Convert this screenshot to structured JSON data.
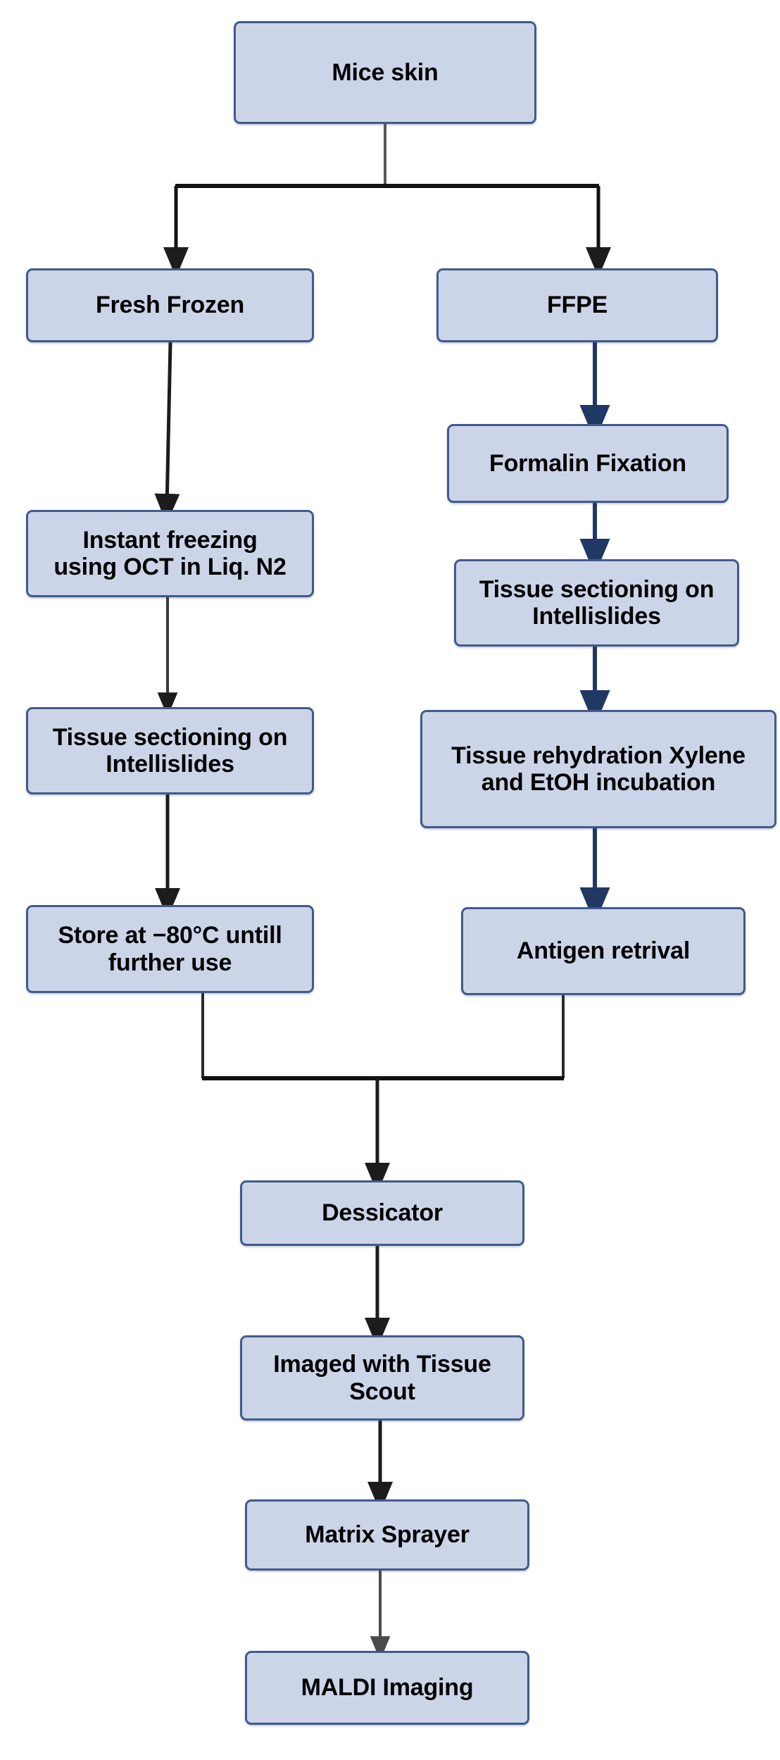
{
  "diagram": {
    "title": "Mice skin sample preparation workflow for MALDI imaging",
    "type": "flowchart",
    "orientation": "top-down",
    "colors": {
      "node_fill": "#ccd5e8",
      "node_border": "#3f5c8c",
      "text": "#000000",
      "edge_dark": "#1c1c1c",
      "edge_navy": "#1f3864",
      "edge_gray": "#595959",
      "background": "#ffffff"
    },
    "nodes": [
      {
        "id": "mice_skin",
        "label": "Mice skin"
      },
      {
        "id": "fresh_frozen",
        "label": "Fresh Frozen"
      },
      {
        "id": "ffpe",
        "label": "FFPE"
      },
      {
        "id": "instant_freezing",
        "label": "Instant freezing\nusing OCT in  Liq. N2"
      },
      {
        "id": "formalin",
        "label": "Formalin Fixation"
      },
      {
        "id": "sectioning_ff",
        "label": "Tissue sectioning on\nIntellislides"
      },
      {
        "id": "sectioning_ffpe",
        "label": "Tissue sectioning on\nIntellislides"
      },
      {
        "id": "store",
        "label": "Store at −80°C untill\nfurther use"
      },
      {
        "id": "rehydration",
        "label": "Tissue rehydration Xylene\nand EtOH incubation"
      },
      {
        "id": "antigen",
        "label": "Antigen retrival"
      },
      {
        "id": "dessicator",
        "label": "Dessicator"
      },
      {
        "id": "tissue_scout",
        "label": "Imaged with Tissue\nScout"
      },
      {
        "id": "matrix_sprayer",
        "label": "Matrix Sprayer"
      },
      {
        "id": "maldi",
        "label": "MALDI Imaging"
      }
    ],
    "edges": [
      {
        "from": "mice_skin",
        "to": "fresh_frozen",
        "style": "elbow-split-left"
      },
      {
        "from": "mice_skin",
        "to": "ffpe",
        "style": "elbow-split-right"
      },
      {
        "from": "fresh_frozen",
        "to": "instant_freezing",
        "style": "straight"
      },
      {
        "from": "instant_freezing",
        "to": "sectioning_ff",
        "style": "straight"
      },
      {
        "from": "sectioning_ff",
        "to": "store",
        "style": "straight"
      },
      {
        "from": "ffpe",
        "to": "formalin",
        "style": "straight"
      },
      {
        "from": "formalin",
        "to": "sectioning_ffpe",
        "style": "straight"
      },
      {
        "from": "sectioning_ffpe",
        "to": "rehydration",
        "style": "straight"
      },
      {
        "from": "rehydration",
        "to": "antigen",
        "style": "straight"
      },
      {
        "from": "store",
        "to": "dessicator",
        "style": "elbow-merge-left"
      },
      {
        "from": "antigen",
        "to": "dessicator",
        "style": "elbow-merge-right"
      },
      {
        "from": "dessicator",
        "to": "tissue_scout",
        "style": "straight"
      },
      {
        "from": "tissue_scout",
        "to": "matrix_sprayer",
        "style": "straight"
      },
      {
        "from": "matrix_sprayer",
        "to": "maldi",
        "style": "straight"
      }
    ]
  }
}
